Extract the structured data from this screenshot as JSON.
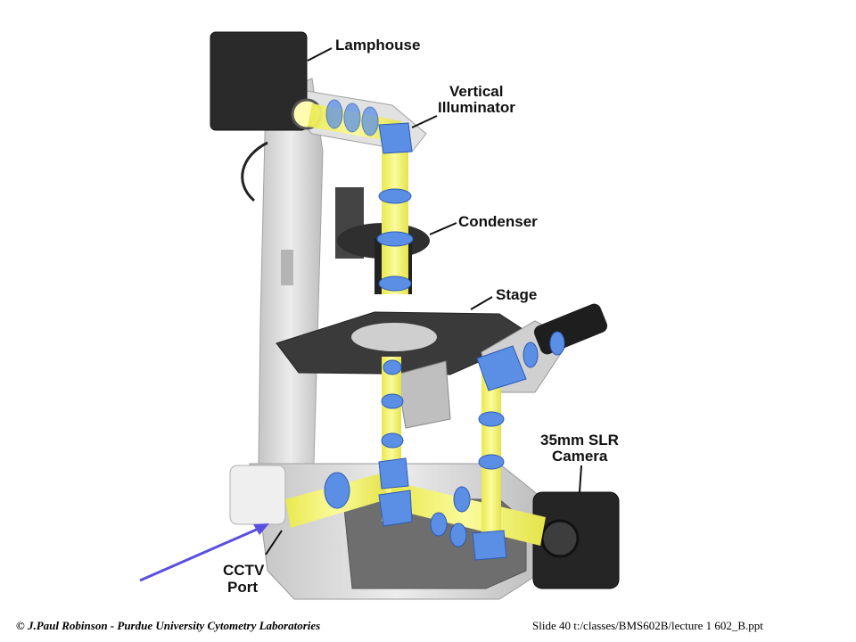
{
  "labels": {
    "lamphouse": "Lamphouse",
    "vertical_illuminator_line1": "Vertical",
    "vertical_illuminator_line2": "Illuminator",
    "condenser": "Condenser",
    "stage": "Stage",
    "camera_line1": "35mm SLR",
    "camera_line2": "Camera",
    "cctv_line1": "CCTV",
    "cctv_line2": "Port"
  },
  "footer": {
    "left": "© J.Paul Robinson - Purdue University Cytometry Laboratories",
    "right": "Slide 40  t:/classes/BMS602B/lecture  1 602_B.ppt"
  },
  "colors": {
    "light_path": "#f4f36a",
    "optics": "#5b8fe6",
    "pointer_arrow": "#5a4fe0",
    "body": "#dadada",
    "dark": "#333333"
  }
}
